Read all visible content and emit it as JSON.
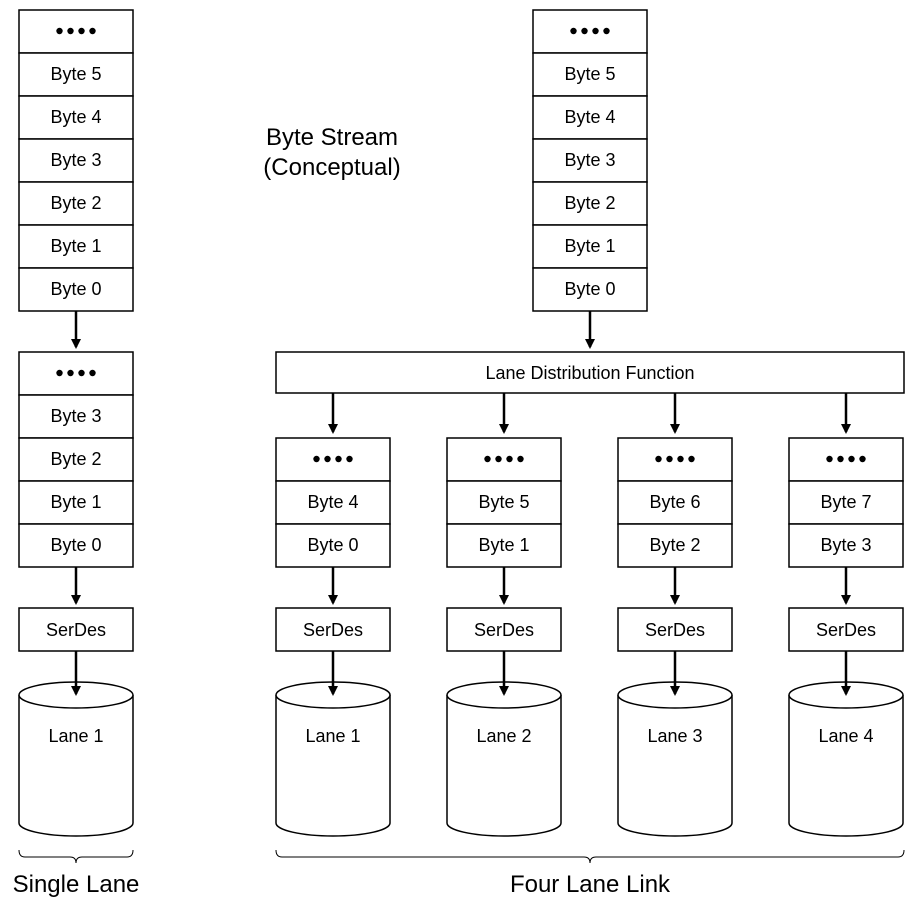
{
  "conceptual_stream": {
    "title_line1": "Byte Stream",
    "title_line2": "(Conceptual)",
    "ellipsis": "••••",
    "bytes": [
      "Byte 5",
      "Byte 4",
      "Byte 3",
      "Byte 2",
      "Byte 1",
      "Byte 0"
    ]
  },
  "single_lane": {
    "ellipsis": "••••",
    "buffer": [
      "Byte 3",
      "Byte 2",
      "Byte 1",
      "Byte 0"
    ],
    "serdes": "SerDes",
    "lane": "Lane 1",
    "caption": "Single Lane"
  },
  "four_lane": {
    "distribution": "Lane Distribution Function",
    "lanes": [
      {
        "ellipsis": "••••",
        "bytes": [
          "Byte 4",
          "Byte 0"
        ],
        "serdes": "SerDes",
        "lane": "Lane 1"
      },
      {
        "ellipsis": "••••",
        "bytes": [
          "Byte 5",
          "Byte 1"
        ],
        "serdes": "SerDes",
        "lane": "Lane 2"
      },
      {
        "ellipsis": "••••",
        "bytes": [
          "Byte 6",
          "Byte 2"
        ],
        "serdes": "SerDes",
        "lane": "Lane 3"
      },
      {
        "ellipsis": "••••",
        "bytes": [
          "Byte 7",
          "Byte 3"
        ],
        "serdes": "SerDes",
        "lane": "Lane 4"
      }
    ],
    "caption": "Four Lane Link"
  }
}
